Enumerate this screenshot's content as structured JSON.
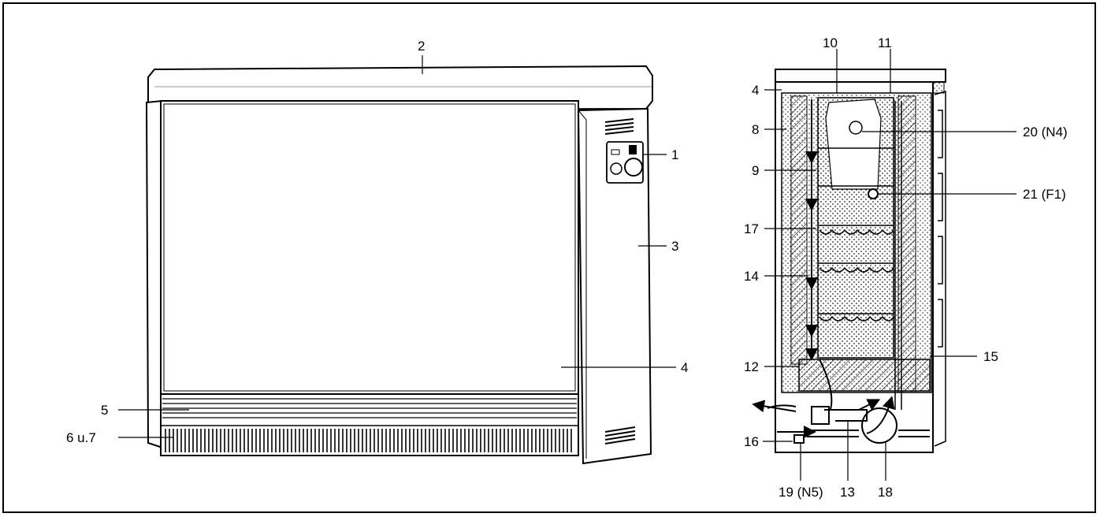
{
  "labels": {
    "l1": "1",
    "l2": "2",
    "l3": "3",
    "l4a": "4",
    "l4b": "4",
    "l5": "5",
    "l6u7": "6 u.7",
    "l8": "8",
    "l9": "9",
    "l10": "10",
    "l11": "11",
    "l12": "12",
    "l13": "13",
    "l14": "14",
    "l15": "15",
    "l16": "16",
    "l17": "17",
    "l18": "18",
    "l19": "19 (N5)",
    "l20": "20 (N4)",
    "l21": "21 (F1)"
  },
  "colors": {
    "line": "#000000",
    "fill": "#ffffff"
  }
}
